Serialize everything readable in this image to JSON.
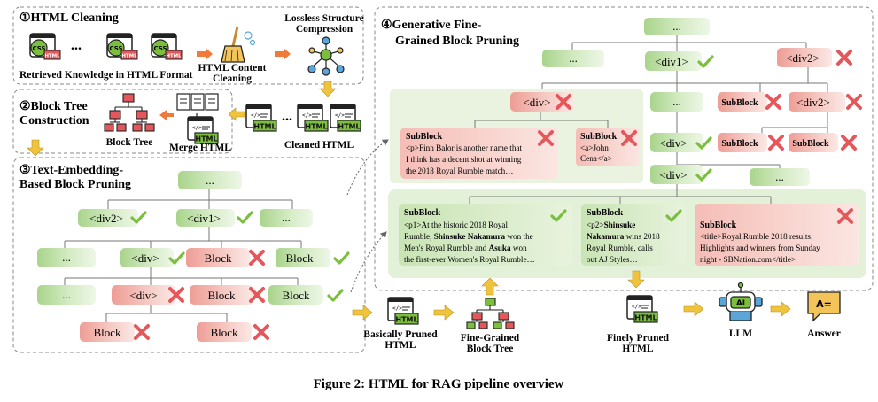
{
  "figure": {
    "caption": "Figure 2: HTML for RAG pipeline overview"
  },
  "colors": {
    "green_node": "#c6e2b2",
    "red_node": "#f2b7b0",
    "check": "#7cbf3f",
    "cross": "#e4575a",
    "arrow": "#f0c33c",
    "panel_green": "#e4f1d9",
    "border": "#777777"
  },
  "section1": {
    "title": "①HTML Cleaning",
    "retrieved_label": "Retrieved Knowledge in HTML Format",
    "ellipsis": "...",
    "cleaning_label_1": "HTML Content",
    "cleaning_label_2": "Cleaning",
    "lossless_label_1": "Lossless Structure",
    "lossless_label_2": "Compression",
    "cleaned_label": "Cleaned HTML"
  },
  "section2": {
    "title_1": "②Block Tree",
    "title_2": "Construction",
    "block_tree_label": "Block Tree",
    "merge_label": "Merge HTML"
  },
  "section3": {
    "title_1": "③Text-Embedding-",
    "title_2": "Based Block Pruning",
    "nodes": {
      "root": "...",
      "div2": "<div2>",
      "div1": "<div1>",
      "dots_a": "...",
      "dots_b": "...",
      "div_mid": "<div>",
      "block_a": "Block",
      "block_b": "Block",
      "dots_c": "...",
      "div_x": "<div>",
      "block_c": "Block",
      "block_d": "Block",
      "block_e": "Block",
      "block_f": "Block"
    },
    "pruned_label_1": "Basically Pruned",
    "pruned_label_2": "HTML",
    "fine_tree_label_1": "Fine-Grained",
    "fine_tree_label_2": "Block Tree"
  },
  "section4": {
    "title_1": "④Generative Fine-",
    "title_2": "Grained Block Pruning",
    "nodes": {
      "root": "...",
      "dots_l": "...",
      "div1": "<div1>",
      "div2": "<div2>",
      "div_red": "<div>",
      "dots_m": "...",
      "subblock_r": "SubBlock",
      "div2_r": "<div2>",
      "div_a": "<div>",
      "subblock_r2": "SubBlock",
      "subblock_r3": "SubBlock",
      "div_b": "<div>",
      "dots_n": "..."
    },
    "subblocks": {
      "s1_title": "SubBlock",
      "s1_l1": "<p>Finn Balor is another name that",
      "s1_l2": "I think has a decent shot at winning",
      "s1_l3": "the 2018 Royal Rumble match…",
      "s2_title": "SubBlock",
      "s2_l1": "<a>John",
      "s2_l2": "Cena</a>",
      "s3_title": "SubBlock",
      "s3_l1": "<p1>At the historic 2018 Royal",
      "s3_l2a": "Rumble, ",
      "s3_l2b": "Shinsuke Nakamura",
      "s3_l2c": " won the",
      "s3_l3a": "Men's Royal Rumble and ",
      "s3_l3b": "Asuka",
      "s3_l3c": " won",
      "s3_l4": "the first-ever Women's Royal Rumble…",
      "s4_title": "SubBlock",
      "s4_l1a": "<p2>",
      "s4_l1b": "Shinsuke",
      "s4_l2a": "Nakamura",
      "s4_l2b": " wins 2018",
      "s4_l3": "Royal Rumble, calls",
      "s4_l4": "out AJ Styles…",
      "s5_title": "SubBlock",
      "s5_l1": "<title>Royal Rumble 2018 results:",
      "s5_l2": "Highlights and winners from Sunday",
      "s5_l3": "night - SBNation.com</title>"
    },
    "finely_label_1": "Finely Pruned",
    "finely_label_2": "HTML",
    "llm_label": "LLM",
    "answer_label": "Answer",
    "ai_text": "AI",
    "answer_icon_text": "A="
  },
  "icons": {
    "html_text": "HTML",
    "css_text": "CSS",
    "code_text": "</>"
  }
}
